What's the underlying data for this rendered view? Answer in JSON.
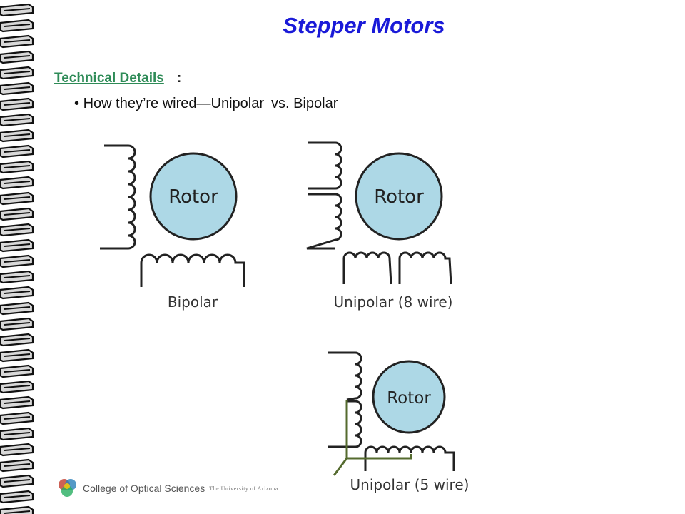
{
  "title": "Stepper Motors",
  "section": {
    "label": "Technical Details",
    "separator": ":"
  },
  "bullet": {
    "glyph": "•",
    "text_a": "How they’re wired—Unipolar",
    "text_b": "vs. Bipolar"
  },
  "diagrams": [
    {
      "id": "bipolar",
      "rotor_label": "Rotor",
      "caption": "Bipolar"
    },
    {
      "id": "unipolar-8",
      "rotor_label": "Rotor",
      "caption": "Unipolar (8 wire)"
    },
    {
      "id": "unipolar-5",
      "rotor_label": "Rotor",
      "caption": "Unipolar (5 wire)"
    }
  ],
  "footer": {
    "logo_name": "College of Optical Sciences",
    "logo_sub": "The University of Arizona",
    "logo_icon": "optics-logo-icon"
  },
  "colors": {
    "title": "#1a1ad8",
    "section_link": "#2e8b57",
    "rotor_fill": "#add8e6",
    "common_wire": "#556b2f"
  }
}
